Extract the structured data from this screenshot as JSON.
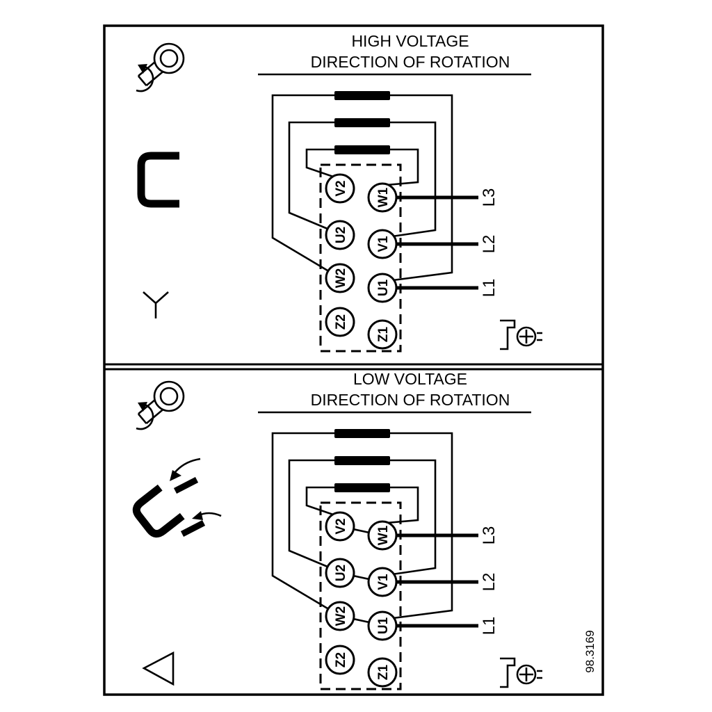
{
  "figure": {
    "drawing_number": "98.3169"
  },
  "panels": {
    "high": {
      "title_line1": "HIGH VOLTAGE",
      "title_line2": "DIRECTION OF ROTATION",
      "connection_symbol": "star",
      "terminals": {
        "v2": "V2",
        "w1": "W1",
        "u2": "U2",
        "v1": "V1",
        "w2": "W2",
        "u1": "U1",
        "z2": "Z2",
        "z1": "Z1"
      },
      "supply": {
        "l3": "L3",
        "l2": "L2",
        "l1": "L1"
      }
    },
    "low": {
      "title_line1": "LOW VOLTAGE",
      "title_line2": "DIRECTION OF ROTATION",
      "connection_symbol": "delta",
      "terminals": {
        "v2": "V2",
        "w1": "W1",
        "u2": "U2",
        "v1": "V1",
        "w2": "W2",
        "u1": "U1",
        "z2": "Z2",
        "z1": "Z1"
      },
      "supply": {
        "l3": "L3",
        "l2": "L2",
        "l1": "L1"
      }
    }
  },
  "icons": {
    "screw_rotation": "screw-with-rotation-arrow",
    "link_bracket": "terminal-link-bracket",
    "star": "star-connection-symbol",
    "delta": "delta-connection-symbol",
    "delta_links": "terminal-links-with-arrows",
    "earth": "earth-screw-terminal"
  }
}
